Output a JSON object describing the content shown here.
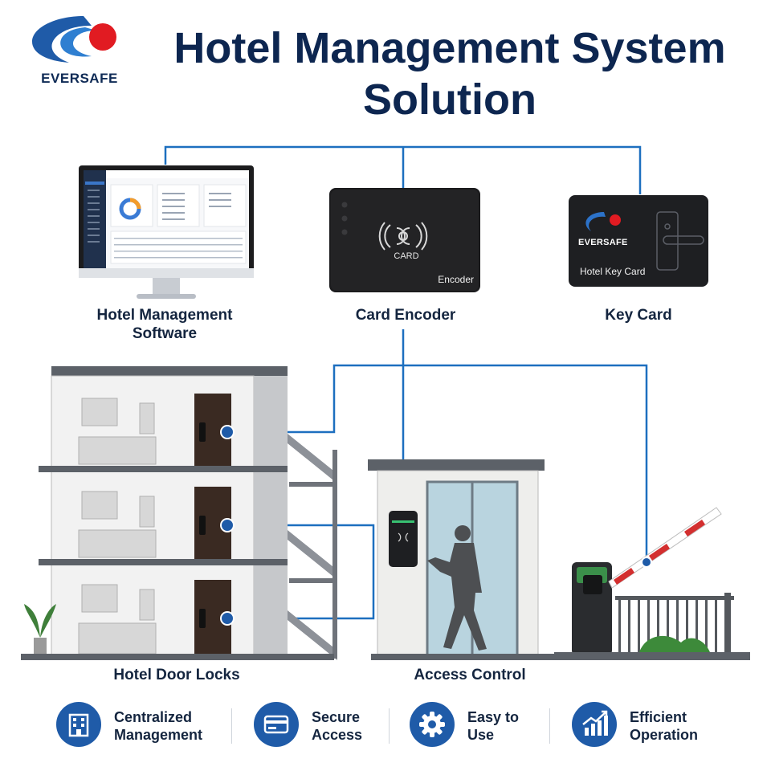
{
  "brand": {
    "logo_text": "EVERSAFE",
    "colors": {
      "navy": "#0d2650",
      "blue": "#1f5ba8",
      "red": "#e11b22",
      "connector": "#1d6fbf"
    }
  },
  "title": {
    "line1": "Hotel Management System",
    "line2": "Solution"
  },
  "components": {
    "software": {
      "label_line1": "Hotel Management",
      "label_line2": "Software",
      "icon": "monitor-icon"
    },
    "encoder": {
      "label": "Card Encoder",
      "device_card_text": "CARD",
      "device_name": "Encoder",
      "icon": "rfid-icon"
    },
    "keycard": {
      "label": "Key Card",
      "card_brand": "EVERSAFE",
      "card_name": "Hotel Key Card"
    },
    "door_locks": {
      "label": "Hotel Door Locks"
    },
    "access_control": {
      "label": "Access Control"
    }
  },
  "features": [
    {
      "line1": "Centralized",
      "line2": "Management",
      "icon": "building-icon"
    },
    {
      "line1": "Secure",
      "line2": "Access",
      "icon": "credit-card-icon"
    },
    {
      "line1": "Easy to",
      "line2": "Use",
      "icon": "gear-icon"
    },
    {
      "line1": "Efficient",
      "line2": "Operation",
      "icon": "growth-chart-icon"
    }
  ]
}
